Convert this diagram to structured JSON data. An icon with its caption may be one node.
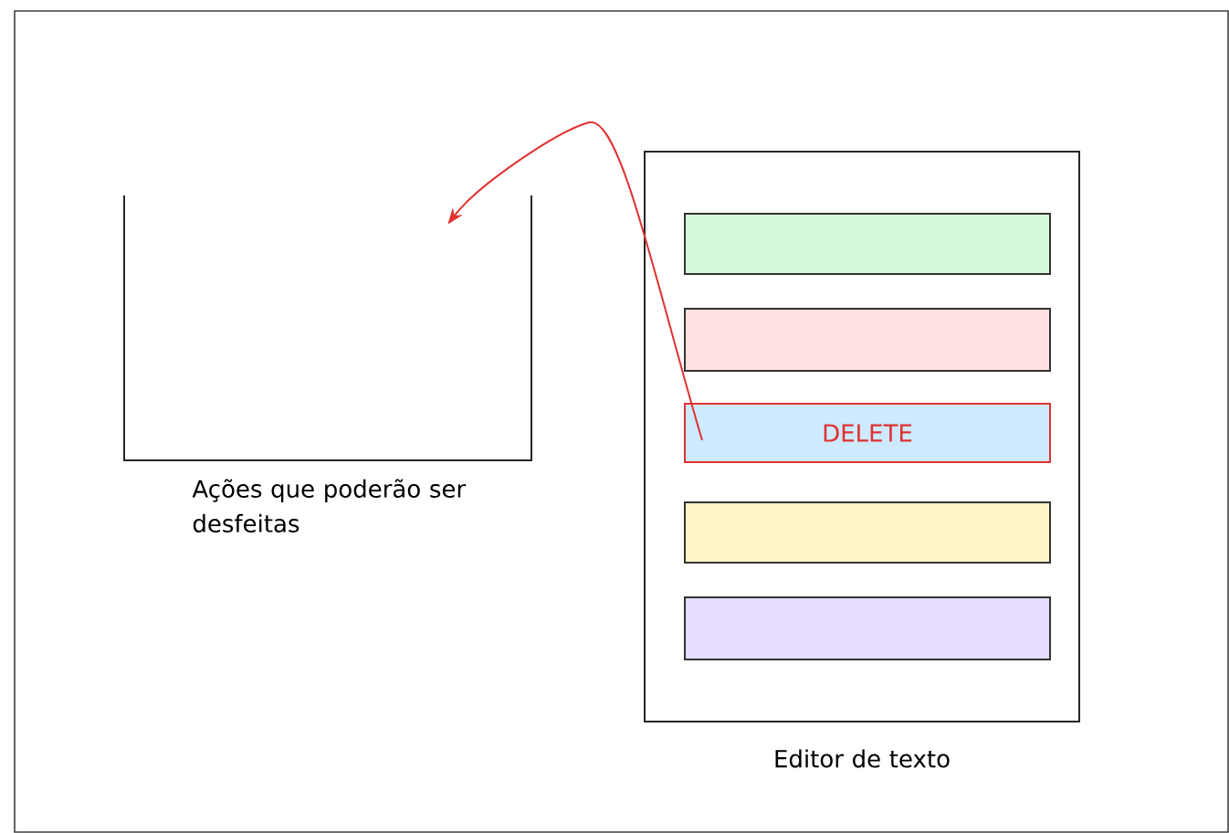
{
  "diagram": {
    "nodes": [
      {
        "text": [
          "Ações que poderão ser desfeitas"
        ]
      },
      {
        "text": [
          "Editor de texto"
        ]
      },
      {
        "text": [],
        "shape": "bar",
        "in": 1
      },
      {
        "text": [],
        "shape": "bar",
        "in": 1
      },
      {
        "text": [
          "DELETE"
        ],
        "in": 1
      },
      {
        "text": [],
        "shape": "bar",
        "in": 1
      },
      {
        "text": [],
        "shape": "bar",
        "in": 1
      }
    ],
    "edges": [
      {
        "from": 4,
        "to": 0,
        "arrow": "to",
        "color": "#e03131"
      }
    ]
  }
}
